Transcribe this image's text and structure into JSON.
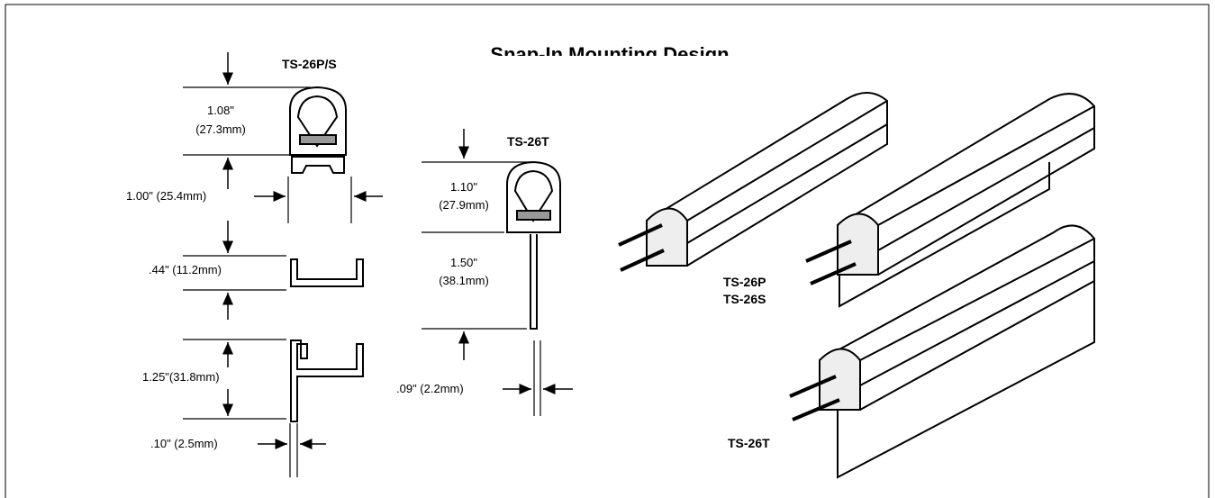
{
  "title": "Snap-In Mounting Design",
  "parts": {
    "ts26ps_name": "TS-26P/S",
    "ts26t_name": "TS-26T",
    "iso_ts26p": "TS-26P",
    "iso_ts26s": "TS-26S",
    "iso_ts26t": "TS-26T"
  },
  "dims_left": {
    "height_in": "1.08\"",
    "height_mm": "(27.3mm)",
    "width": "1.00\" (25.4mm)",
    "channel": ".44\" (11.2mm)",
    "bracket_in": "1.25\"(31.8mm)",
    "thickness": ".10\" (2.5mm)"
  },
  "dims_mid": {
    "height_in": "1.10\"",
    "height_mm": "(27.9mm)",
    "stem_in": "1.50\"",
    "stem_mm": "(38.1mm)",
    "thickness": ".09\" (2.2mm)"
  }
}
